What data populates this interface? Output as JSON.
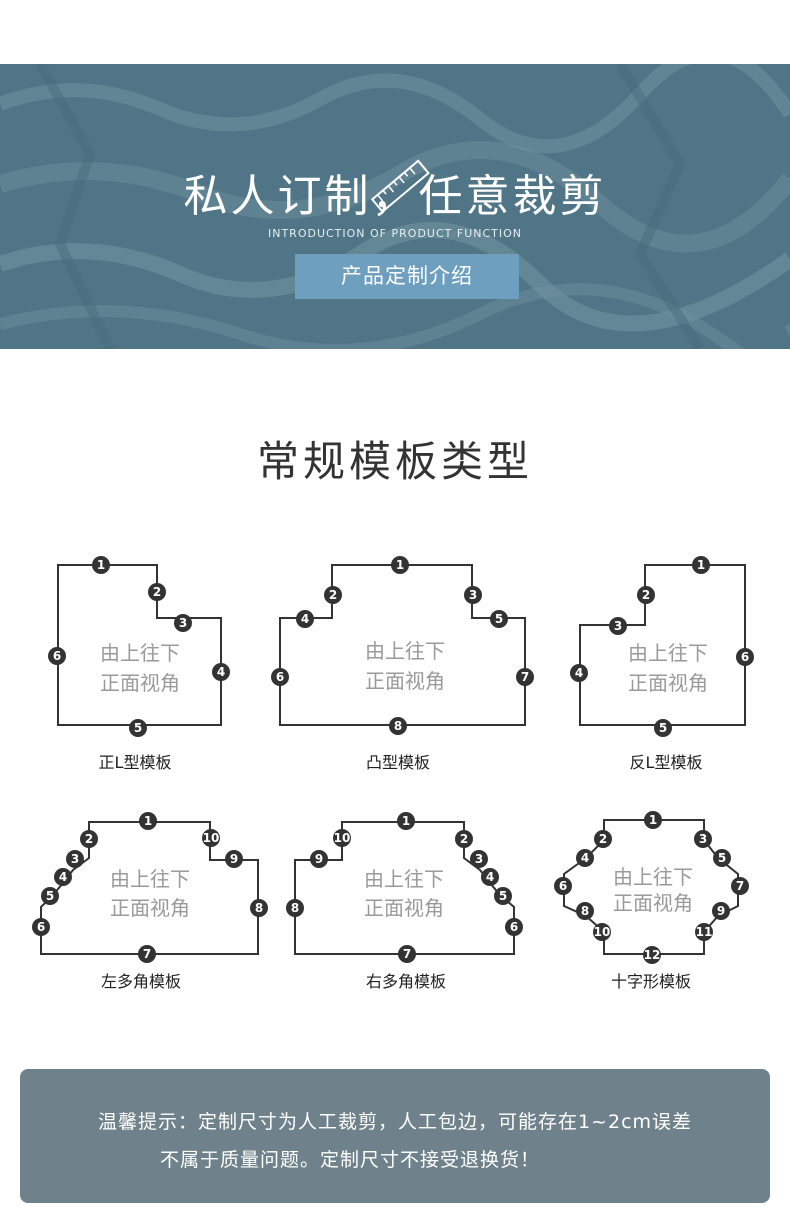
{
  "banner": {
    "title": "私人订制，任意裁剪",
    "subtitle": "INTRODUCTION OF PRODUCT FUNCTION",
    "button_label": "产品定制介绍"
  },
  "section": {
    "title": "常规模板类型"
  },
  "inner_text": {
    "line1": "由上往下",
    "line2": "正面视角"
  },
  "templates": [
    {
      "label": "正L型模板",
      "badges": [
        "1",
        "2",
        "3",
        "4",
        "5",
        "6"
      ]
    },
    {
      "label": "凸型模板",
      "badges": [
        "1",
        "2",
        "3",
        "4",
        "5",
        "6",
        "7",
        "8"
      ]
    },
    {
      "label": "反L型模板",
      "badges": [
        "1",
        "2",
        "3",
        "4",
        "5",
        "6"
      ]
    },
    {
      "label": "左多角模板",
      "badges": [
        "1",
        "2",
        "3",
        "4",
        "5",
        "6",
        "7",
        "8",
        "9",
        "10"
      ]
    },
    {
      "label": "右多角模板",
      "badges": [
        "1",
        "2",
        "3",
        "4",
        "5",
        "6",
        "7",
        "8",
        "9",
        "10"
      ]
    },
    {
      "label": "十字形模板",
      "badges": [
        "1",
        "2",
        "3",
        "4",
        "5",
        "6",
        "7",
        "8",
        "9",
        "10",
        "11",
        "12"
      ]
    }
  ],
  "notice": {
    "line1": "温馨提示：定制尺寸为人工裁剪，人工包边，可能存在1~2cm误差",
    "line2": "不属于质量问题。定制尺寸不接受退换货！"
  },
  "colors": {
    "banner_bg": "#5a7f8f",
    "button_bg": "#6f9fbf",
    "notice_bg": "#6f828c",
    "badge": "#333333"
  }
}
